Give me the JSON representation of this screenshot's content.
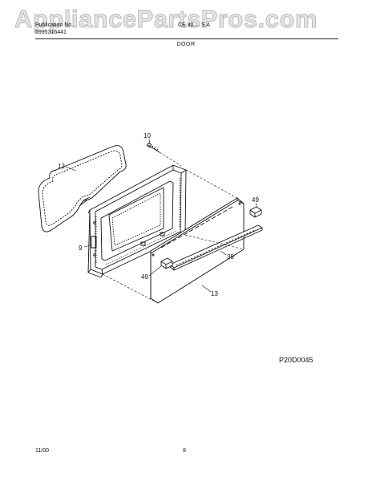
{
  "watermark": "AppliancePartsPros.com",
  "header": {
    "left_line1": "Publication No.",
    "left_line2": "5995316441",
    "right_line1": "CE 30 ... S A"
  },
  "section_title": "DOOR",
  "callouts": [
    "10",
    "12",
    "49",
    "9",
    "39",
    "49",
    "13"
  ],
  "diagram_code": "P20D0045",
  "footer": {
    "date": "11/00",
    "page": "8"
  }
}
